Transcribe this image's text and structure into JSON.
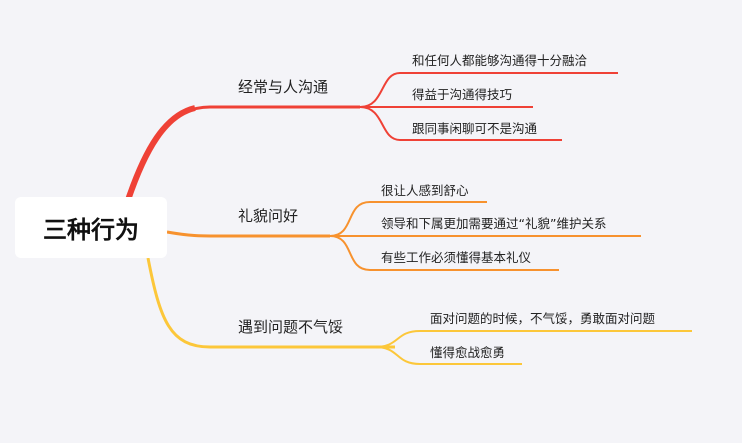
{
  "root": {
    "label": "三种行为"
  },
  "branches": [
    {
      "label": "经常与人沟通",
      "color": "#ef4136",
      "leaves": [
        "和任何人都能够沟通得十分融洽",
        "得益于沟通得技巧",
        "跟同事闲聊可不是沟通"
      ]
    },
    {
      "label": "礼貌问好",
      "color": "#f7922e",
      "leaves": [
        "很让人感到舒心",
        "领导和下属更加需要通过“礼貌”维护关系",
        "有些工作必须懂得基本礼仪"
      ]
    },
    {
      "label": "遇到问题不气馁",
      "color": "#fcc73a",
      "leaves": [
        "面对问题的时候，不气馁，勇敢面对问题",
        "懂得愈战愈勇"
      ]
    }
  ]
}
